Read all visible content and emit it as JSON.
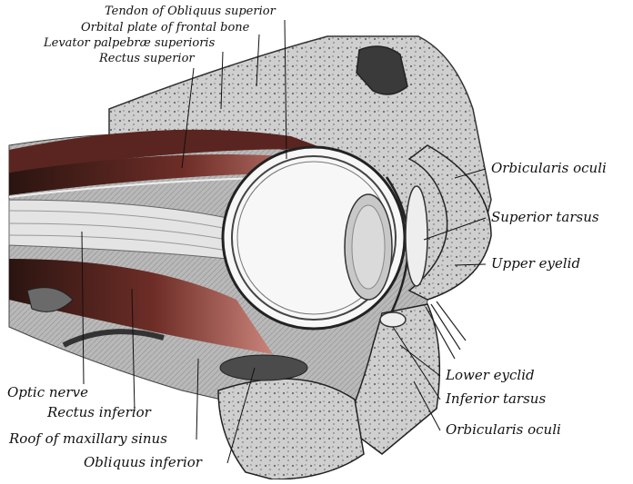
{
  "labels": {
    "tendon_obliquus_superior": "Tendon of Obliquus superior",
    "orbital_plate": "Orbital plate of frontal bone",
    "levator": "Levator palpebræ superioris",
    "rectus_superior": "Rectus superior",
    "orbicularis_oculi_top": "Orbicularis oculi",
    "superior_tarsus": "Superior tarsus",
    "upper_eyelid": "Upper eyelid",
    "optic_nerve": "Optic nerve",
    "rectus_inferior": "Rectus inferior",
    "roof_maxillary_sinus": "Roof of maxillary sinus",
    "obliquus_inferior": "Obliquus inferior",
    "lower_eyelid": "Lower eyclid",
    "inferior_tarsus": "Inferior tarsus",
    "orbicularis_oculi_bottom": "Orbicularis oculi"
  },
  "colors": {
    "muscle": "#8a3b34",
    "muscle_light": "#c9837a",
    "bone": "#d9d9d9",
    "bone_dark": "#5a5a5a",
    "tissue": "#b8b8b8",
    "ink": "#111111"
  }
}
